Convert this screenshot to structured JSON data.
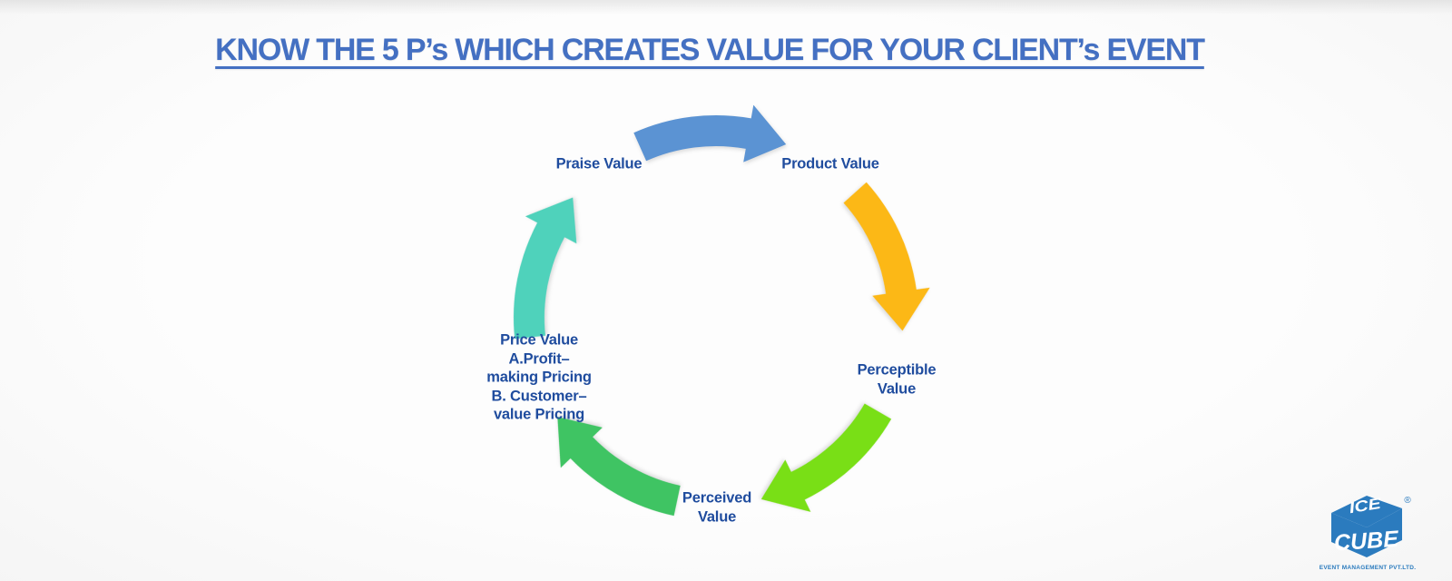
{
  "title": {
    "text": "KNOW THE 5 P’s WHICH CREATES VALUE FOR YOUR CLIENT’s EVENT",
    "color": "#4470C2"
  },
  "cycle": {
    "label_color": "#1F4C9E",
    "praise": {
      "line1": "Praise Value"
    },
    "product": {
      "line1": "Product Value"
    },
    "perceptible": {
      "line1": "Perceptible",
      "line2": "Value"
    },
    "perceived": {
      "line1": "Perceived",
      "line2": "Value"
    },
    "price": {
      "line1": "Price Value",
      "line2": "A.Profit–",
      "line3": "making Pricing",
      "line4": "B. Customer–",
      "line5": "value Pricing"
    }
  },
  "arrows": {
    "praise_to_product": {
      "from": "Praise Value",
      "to": "Product Value",
      "color": "#5B93D3"
    },
    "product_to_perceptible": {
      "from": "Product Value",
      "to": "Perceptible Value",
      "color": "#FCB816"
    },
    "perceptible_to_perceived": {
      "from": "Perceptible Value",
      "to": "Perceived Value",
      "color": "#79DF16"
    },
    "perceived_to_price": {
      "from": "Perceived Value",
      "to": "Price Value",
      "color": "#3FC463"
    },
    "price_to_praise": {
      "from": "Price Value",
      "to": "Praise Value",
      "color": "#4FD2BB"
    }
  },
  "logo": {
    "top": "ICE",
    "front": "CUBE",
    "registered": "®",
    "subtext": "EVENT MANAGEMENT PVT.LTD.",
    "color": "#2B7BBE"
  }
}
